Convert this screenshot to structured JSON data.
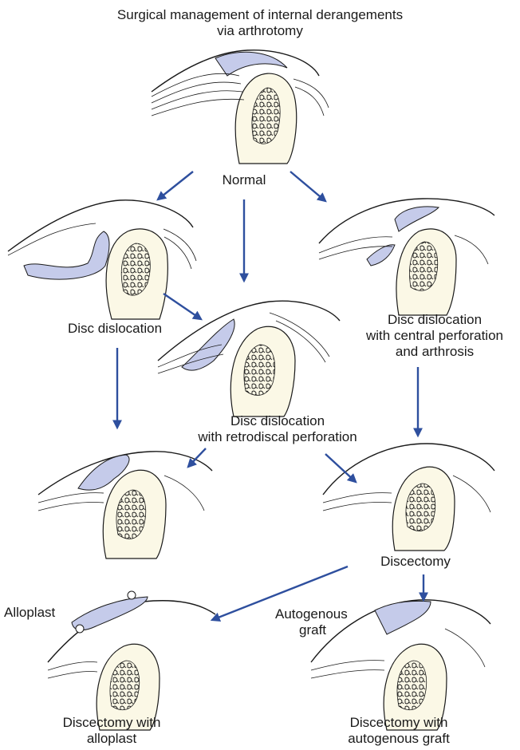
{
  "title": [
    "Surgical management of internal derangements",
    "via arthrotomy"
  ],
  "labels": {
    "normal": [
      "Normal"
    ],
    "disc_dislocation": [
      "Disc dislocation"
    ],
    "central_perforation": [
      "Disc dislocation",
      "with central perforation",
      "and arthrosis"
    ],
    "retrodiscal_perforation": [
      "Disc dislocation",
      "with retrodiscal perforation"
    ],
    "discectomy": [
      "Discectomy"
    ],
    "alloplast": [
      "Alloplast"
    ],
    "autogenous_graft": [
      "Autogenous",
      "graft"
    ],
    "discectomy_alloplast": [
      "Discectomy with",
      "alloplast"
    ],
    "discectomy_autogenous": [
      "Discectomy with",
      "autogenous graft"
    ]
  },
  "colors": {
    "arrow": "#2e4f9e",
    "disc": "#c5cbea",
    "bone": "#fbf8e6",
    "ink": "#1a1a1a"
  }
}
